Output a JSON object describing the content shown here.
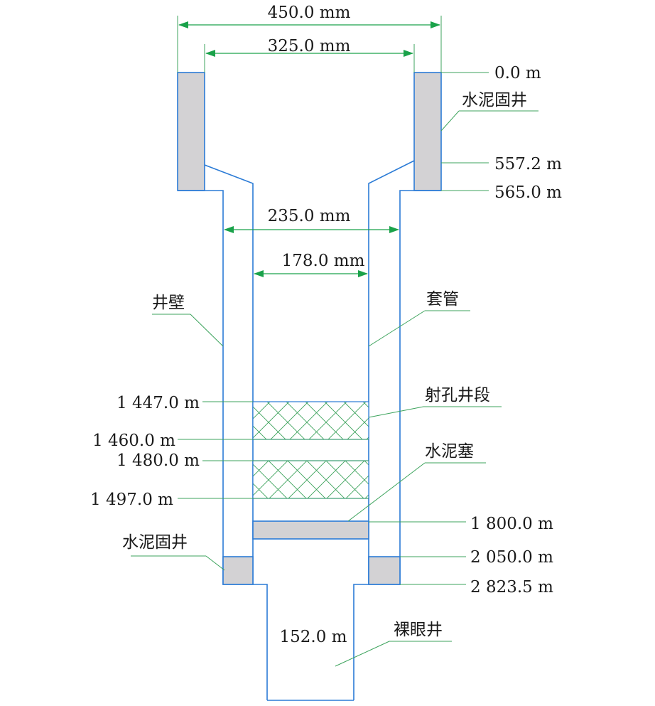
{
  "dimensions": {
    "width_450": "450.0 mm",
    "width_325": "325.0 mm",
    "width_235": "235.0 mm",
    "width_178": "178.0 mm",
    "openhole_152": "152.0 m"
  },
  "depths": {
    "d0": "0.0 m",
    "d557": "557.2 m",
    "d565": "565.0 m",
    "d1447": "1 447.0 m",
    "d1460": "1 460.0 m",
    "d1480": "1 480.0 m",
    "d1497": "1 497.0 m",
    "d1800": "1 800.0 m",
    "d2050": "2 050.0 m",
    "d2823": "2 823.5 m"
  },
  "labels": {
    "cement_top": "水泥固井",
    "cement_bottom": "水泥固井",
    "borehole_wall": "井壁",
    "casing": "套管",
    "perforation": "射孔井段",
    "cement_plug": "水泥塞",
    "open_hole": "裸眼井"
  },
  "colors": {
    "well_line": "#2b7bd6",
    "cement_fill": "#d3d2d4",
    "dimension_line": "#1aa24a",
    "leader_line": "#3ca35c"
  }
}
